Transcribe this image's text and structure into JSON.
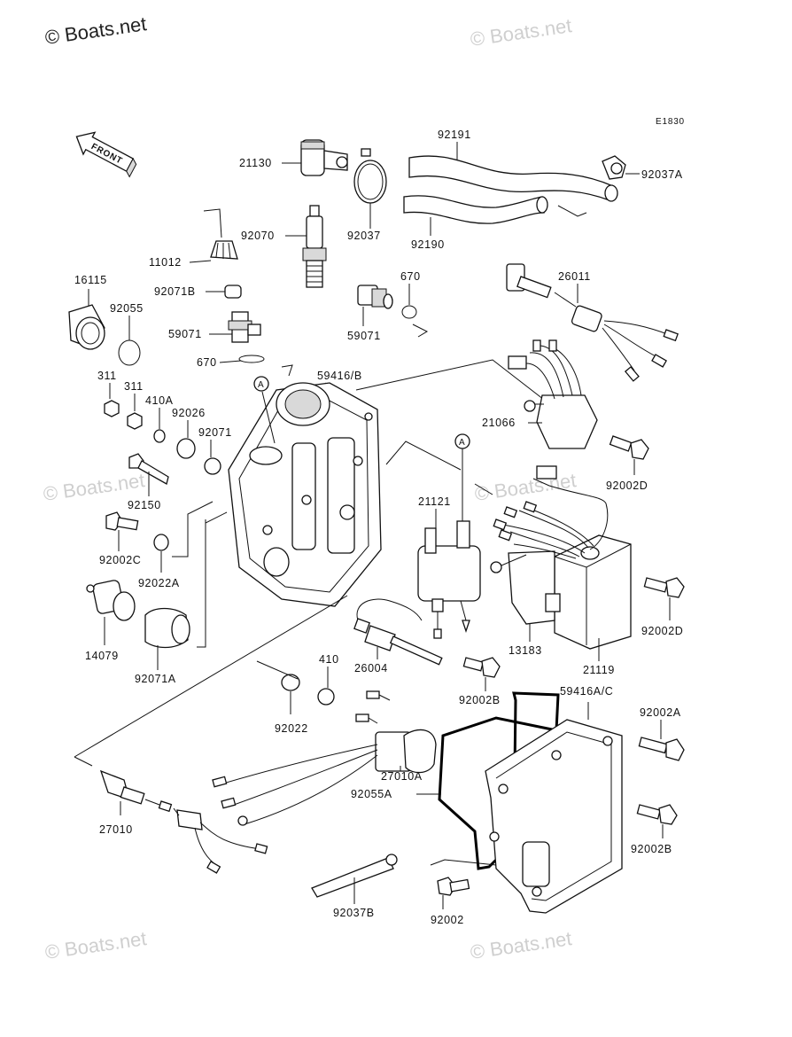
{
  "copyright": "© Boats.net",
  "watermark": "© Boats.net",
  "drawing_code": "E1830",
  "front_label": "FRONT",
  "callout_a": "A",
  "parts": {
    "p21130": "21130",
    "p92191": "92191",
    "p92037A": "92037A",
    "p92070": "92070",
    "p92037": "92037",
    "p92190": "92190",
    "p11012": "11012",
    "p16115": "16115",
    "p92071B": "92071B",
    "p670_top": "670",
    "p26011": "26011",
    "p92055": "92055",
    "p59071_left": "59071",
    "p59071_right": "59071",
    "p670_left": "670",
    "p59416B": "59416/B",
    "p311_a": "311",
    "p311_b": "311",
    "p410A": "410A",
    "p92026": "92026",
    "p92071": "92071",
    "p21066": "21066",
    "p92002D_top": "92002D",
    "p92150": "92150",
    "p21121": "21121",
    "p92002C": "92002C",
    "p92022A": "92022A",
    "p14079": "14079",
    "p92071A": "92071A",
    "p13183": "13183",
    "p21119": "21119",
    "p92002D_mid": "92002D",
    "p410": "410",
    "p26004": "26004",
    "p92022": "92022",
    "p92002B_mid": "92002B",
    "p59416AC": "59416A/C",
    "p92002A": "92002A",
    "p27010A": "27010A",
    "p92055A": "92055A",
    "p27010": "27010",
    "p92002B_right": "92002B",
    "p92037B": "92037B",
    "p92002": "92002"
  }
}
